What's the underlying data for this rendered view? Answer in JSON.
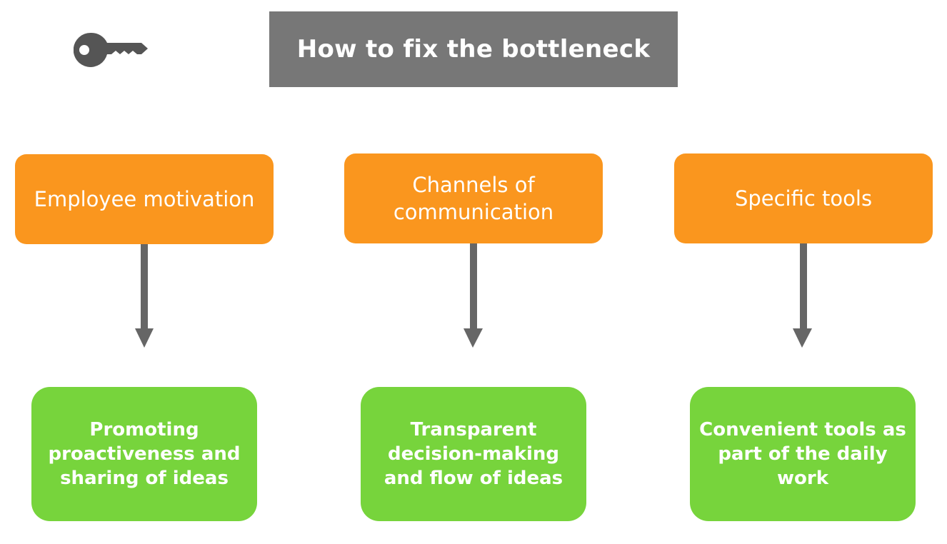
{
  "title": "How to fix the bottleneck",
  "colors": {
    "title_bg": "#777777",
    "category_bg": "#fa961e",
    "result_bg": "#77d43c",
    "arrow": "#666666",
    "key_icon": "#555555"
  },
  "key_icon": "key-icon",
  "columns": [
    {
      "category": "Employee motivation",
      "result": "Promoting proactiveness and sharing of ideas"
    },
    {
      "category": "Channels of communication",
      "result": "Transparent decision-making and flow of ideas"
    },
    {
      "category": "Specific tools",
      "result": "Convenient tools as part of the daily work"
    }
  ]
}
